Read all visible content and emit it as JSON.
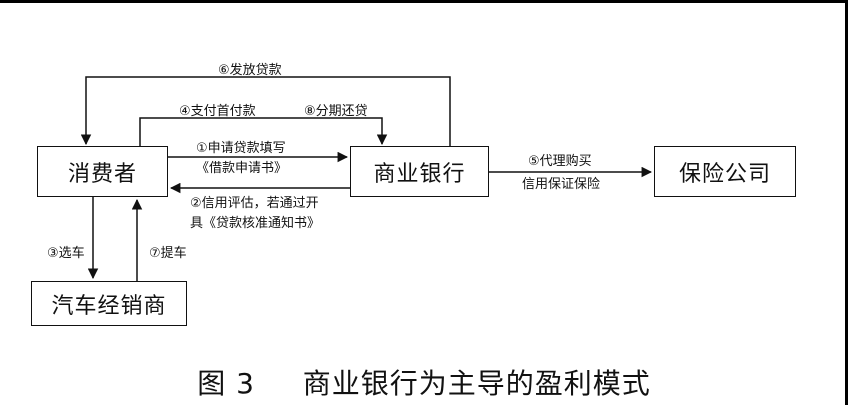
{
  "boxes": {
    "consumer": "消费者",
    "bank": "商业银行",
    "insurance": "保险公司",
    "dealer": "汽车经销商"
  },
  "labels": {
    "issue_loan": "⑥发放贷款",
    "down_payment": "④支付首付款",
    "installment": "⑧分期还贷",
    "apply_line1": "①申请贷款填写",
    "apply_line2": "《借款申请书》",
    "credit_line1": "②信用评估，若通过开",
    "credit_line2": "具《贷款核准通知书》",
    "insurance_line1": "⑤代理购买",
    "insurance_line2": "信用保证保险",
    "select_car": "③选车",
    "pickup_car": "⑦提车"
  },
  "caption": {
    "figure_no": "图 3",
    "title": "商业银行为主导的盈利模式"
  }
}
